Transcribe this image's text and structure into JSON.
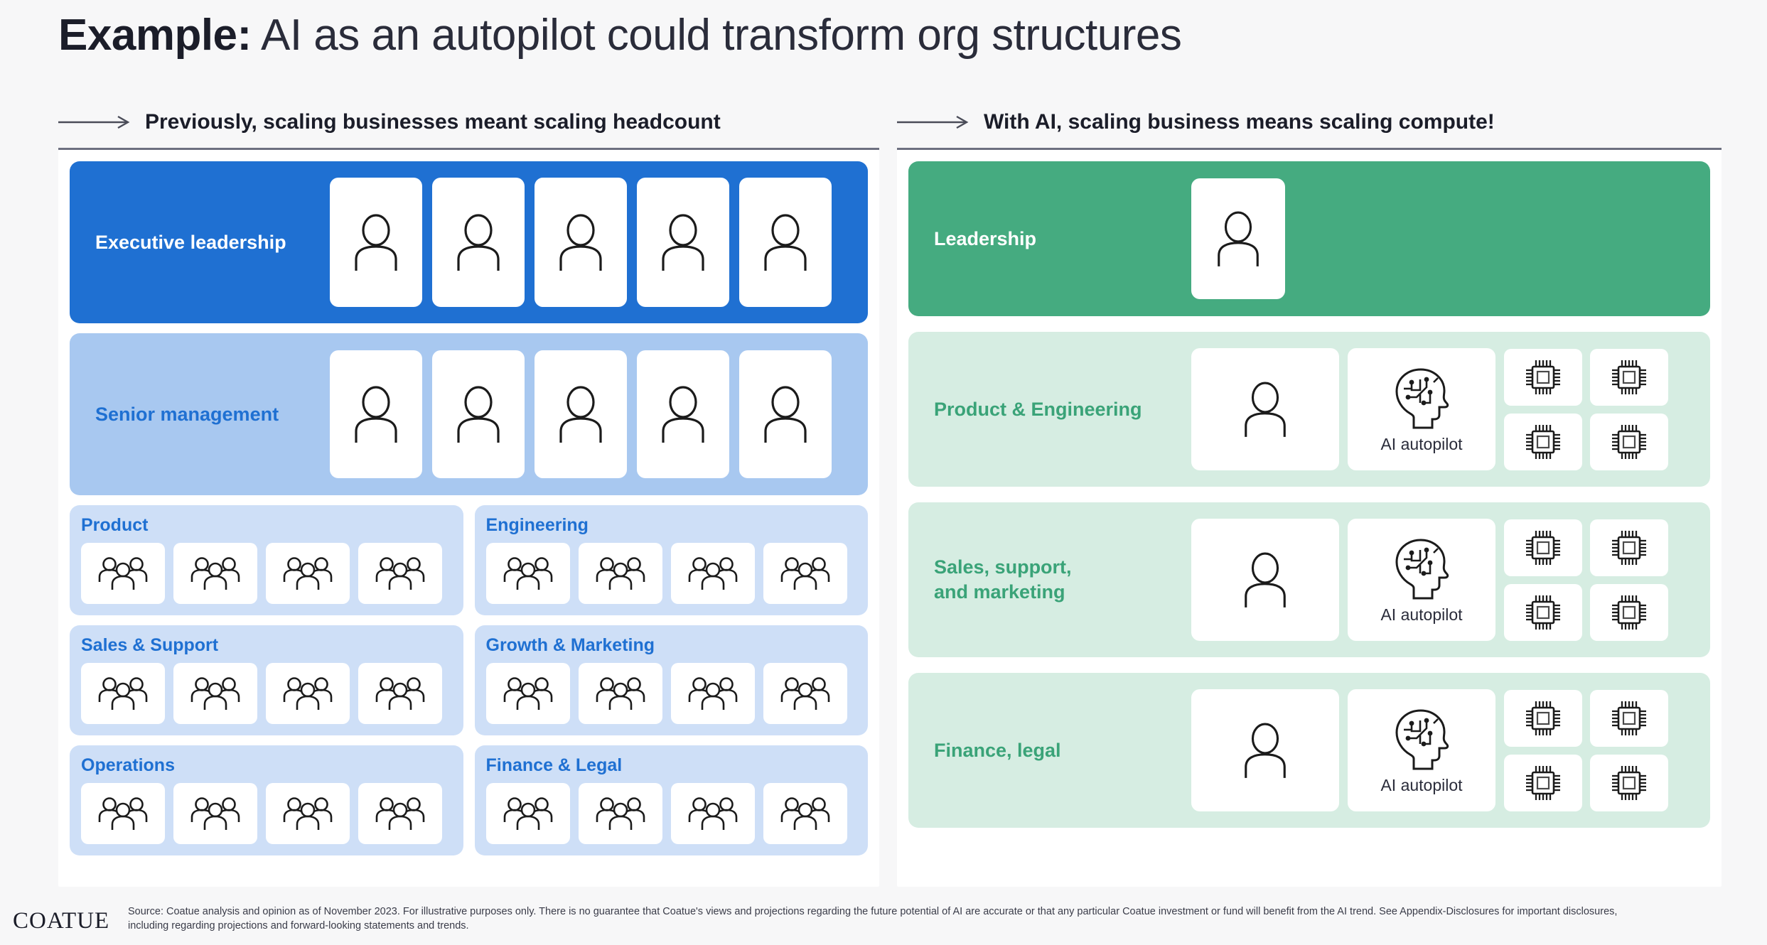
{
  "title": {
    "bold": "Example:",
    "rest": " AI as an autopilot could transform org structures"
  },
  "columns": {
    "left": {
      "heading": "Previously, scaling businesses meant scaling headcount",
      "arrow_icon": "long-arrow-right-icon",
      "bands": [
        {
          "label": "Executive leadership",
          "person_count": 5,
          "icon": "person-icon"
        },
        {
          "label": "Senior management",
          "person_count": 5,
          "icon": "person-icon"
        }
      ],
      "departments": [
        {
          "label": "Product",
          "group_count": 4,
          "icon": "people-group-icon"
        },
        {
          "label": "Engineering",
          "group_count": 4,
          "icon": "people-group-icon"
        },
        {
          "label": "Sales & Support",
          "group_count": 4,
          "icon": "people-group-icon"
        },
        {
          "label": "Growth & Marketing",
          "group_count": 4,
          "icon": "people-group-icon"
        },
        {
          "label": "Operations",
          "group_count": 4,
          "icon": "people-group-icon"
        },
        {
          "label": "Finance & Legal",
          "group_count": 4,
          "icon": "people-group-icon"
        }
      ]
    },
    "right": {
      "heading": "With AI, scaling business means scaling compute!",
      "arrow_icon": "long-arrow-right-icon",
      "leadership": {
        "label": "Leadership",
        "person_count": 1,
        "icon": "person-icon"
      },
      "rows": [
        {
          "label": "Product & Engineering",
          "person_count": 1,
          "ai_label": "AI autopilot",
          "ai_icon": "ai-head-circuit-icon",
          "chip_count": 4,
          "chip_icon": "cpu-chip-icon"
        },
        {
          "label": "Sales, support,\nand marketing",
          "person_count": 1,
          "ai_label": "AI autopilot",
          "ai_icon": "ai-head-circuit-icon",
          "chip_count": 4,
          "chip_icon": "cpu-chip-icon"
        },
        {
          "label": "Finance, legal",
          "person_count": 1,
          "ai_label": "AI autopilot",
          "ai_icon": "ai-head-circuit-icon",
          "chip_count": 4,
          "chip_icon": "cpu-chip-icon"
        }
      ]
    }
  },
  "footer": {
    "brand": "COATUE",
    "disclaimer": "Source: Coatue analysis and opinion as of November 2023. For illustrative purposes only. There is no guarantee that Coatue's views and projections regarding the future potential of AI are accurate or that any particular Coatue investment or fund will benefit from the AI trend. See Appendix-Disclosures for important disclosures, including regarding projections and forward-looking statements and trends."
  },
  "colors": {
    "blue_primary": "#1f70d2",
    "blue_mid": "#a8c8f0",
    "blue_light": "#cedff7",
    "green_primary": "#45ab80",
    "green_light": "#d6ede2",
    "green_text": "#3aa378",
    "background": "#f7f7f8",
    "ink": "#1b1d29"
  }
}
